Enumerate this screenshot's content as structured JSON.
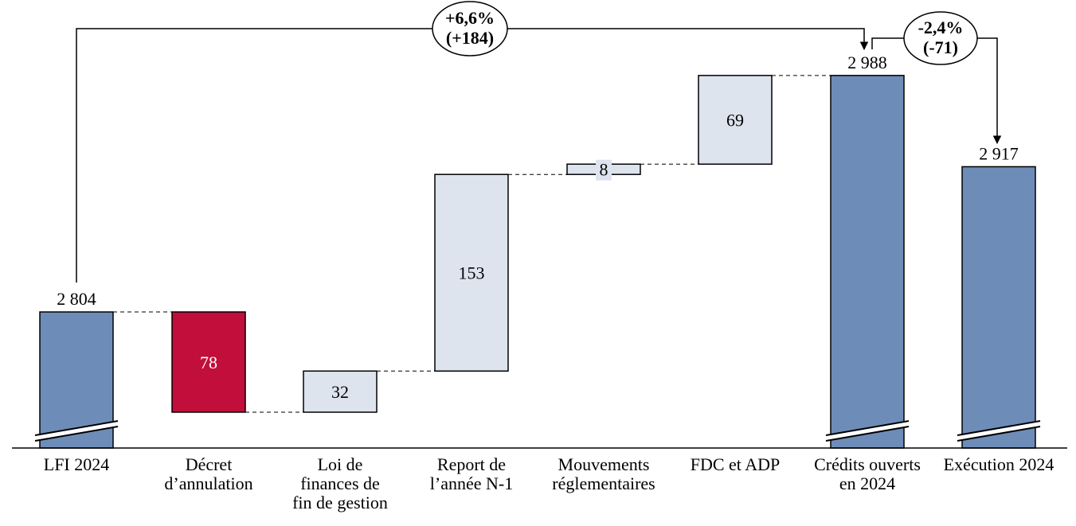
{
  "chart_data": {
    "type": "waterfall",
    "title": "",
    "unit": "",
    "categories": [
      [
        "LFI 2024"
      ],
      [
        "Décret",
        "d’annulation"
      ],
      [
        "Loi de",
        "finances de",
        "fin de gestion"
      ],
      [
        "Report de",
        "l’année N-1"
      ],
      [
        "Mouvements",
        "réglementaires"
      ],
      [
        "FDC et ADP"
      ],
      [
        "Crédits ouverts",
        "en 2024"
      ],
      [
        "Exécution 2024"
      ]
    ],
    "bars": [
      {
        "kind": "total",
        "value": 2804,
        "label": "2 804"
      },
      {
        "kind": "decrease",
        "value": 78,
        "label": "78"
      },
      {
        "kind": "increase",
        "value": 32,
        "label": "32"
      },
      {
        "kind": "increase",
        "value": 153,
        "label": "153"
      },
      {
        "kind": "increase",
        "value": 8,
        "label": "8"
      },
      {
        "kind": "increase",
        "value": 69,
        "label": "69"
      },
      {
        "kind": "total",
        "value": 2988,
        "label": "2 988"
      },
      {
        "kind": "total",
        "value": 2917,
        "label": "2 917"
      }
    ],
    "annotations": [
      {
        "from": 0,
        "to": 6,
        "line1": "+6,6%",
        "line2": "(+184)"
      },
      {
        "from": 6,
        "to": 7,
        "line1": "-2,4%",
        "line2": "(-71)"
      }
    ],
    "axis_break": true,
    "colors": {
      "total": "#6e8cb8",
      "decrease": "#c20e3a",
      "increase": "#dde4ee",
      "stroke": "#000000"
    }
  }
}
